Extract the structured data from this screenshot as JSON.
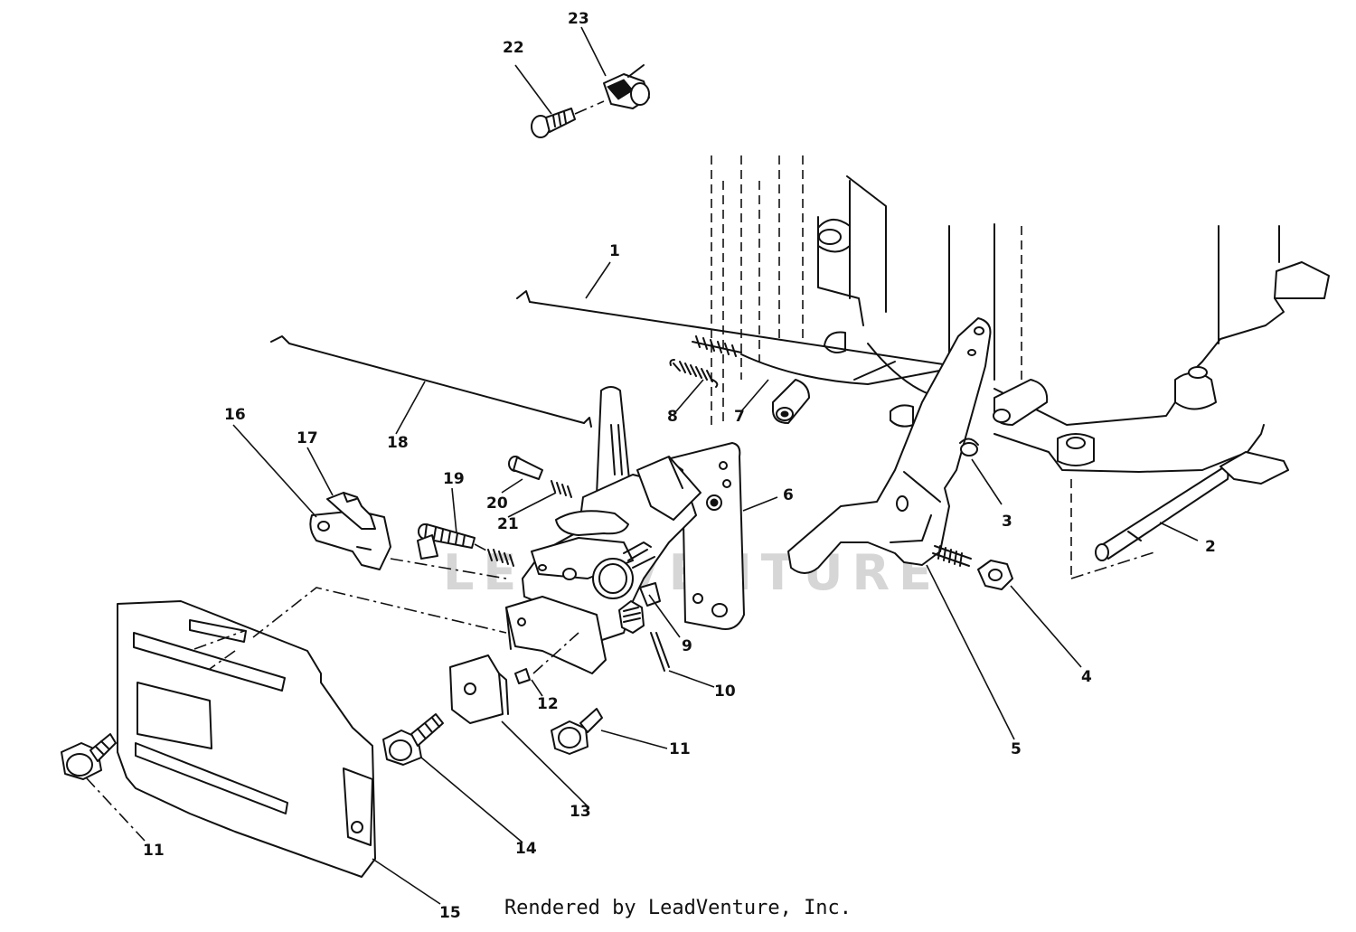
{
  "watermark": "LEADVENTURE",
  "credit": "Rendered by LeadVenture, Inc.",
  "callouts": {
    "c1": "1",
    "c2": "2",
    "c3": "3",
    "c4": "4",
    "c5": "5",
    "c6": "6",
    "c7": "7",
    "c8": "8",
    "c9": "9",
    "c10": "10",
    "c11a": "11",
    "c11b": "11",
    "c12": "12",
    "c13": "13",
    "c14": "14",
    "c15": "15",
    "c16": "16",
    "c17": "17",
    "c18": "18",
    "c19": "19",
    "c20": "20",
    "c21": "21",
    "c22": "22",
    "c23": "23"
  }
}
